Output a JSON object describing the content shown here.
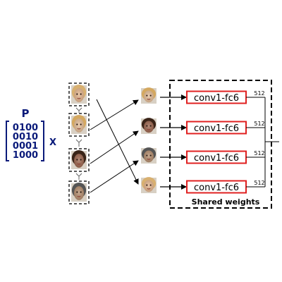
{
  "matrix": {
    "name": "P",
    "rows": [
      "0100",
      "0010",
      "0001",
      "1000"
    ],
    "operator": "X"
  },
  "input_frames": [
    {
      "id": "face-1",
      "desc": "blonde-woman-face",
      "skin": "#e8b890",
      "hair": "#d8b070"
    },
    {
      "id": "face-2",
      "desc": "blonde-woman-face",
      "skin": "#e8c09a",
      "hair": "#d4a860"
    },
    {
      "id": "face-3",
      "desc": "man-face",
      "skin": "#a06850",
      "hair": "#3a2418"
    },
    {
      "id": "face-4",
      "desc": "man-face-gray",
      "skin": "#b89070",
      "hair": "#555555"
    }
  ],
  "permuted_frames": [
    {
      "id": "face-2",
      "skin": "#e8c09a",
      "hair": "#d4a860"
    },
    {
      "id": "face-3",
      "skin": "#a06850",
      "hair": "#3a2418"
    },
    {
      "id": "face-4",
      "skin": "#b89070",
      "hair": "#555555"
    },
    {
      "id": "face-1",
      "skin": "#e8b890",
      "hair": "#d8b070"
    }
  ],
  "permutation": [
    3,
    0,
    1,
    2
  ],
  "branches": [
    {
      "label": "conv1-fc6",
      "dim": "512"
    },
    {
      "label": "conv1-fc6",
      "dim": "512"
    },
    {
      "label": "conv1-fc6",
      "dim": "512"
    },
    {
      "label": "conv1-fc6",
      "dim": "512"
    }
  ],
  "shared_label": "Shared weights",
  "colors": {
    "matrix": "#0a1a7a",
    "conv_border": "#e02020",
    "line": "#000000"
  }
}
